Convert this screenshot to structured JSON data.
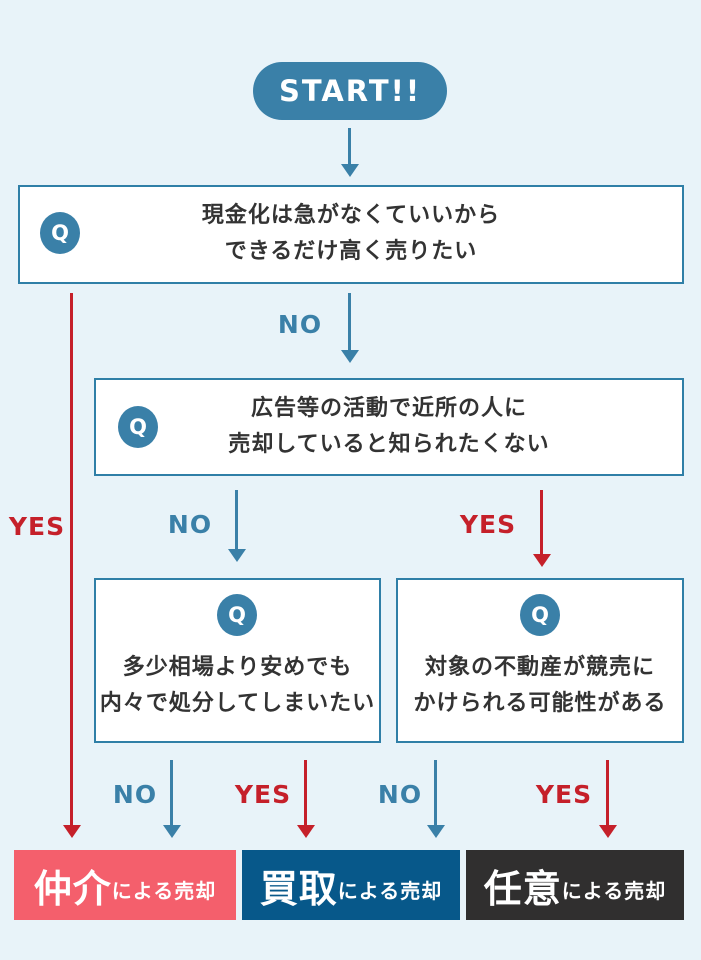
{
  "palette": {
    "background": "#e8f3f9",
    "blue": "#3a80a8",
    "red": "#c5202a",
    "pink": "#f45f6c",
    "dark_blue": "#07588a",
    "dark": "#302f2f",
    "box_border": "#2f7fa7",
    "text": "#333333"
  },
  "start": {
    "label": "START!!"
  },
  "q_badge": "Q",
  "questions": [
    {
      "lines": [
        "現金化は急がなくていいから",
        "できるだけ高く売りたい"
      ]
    },
    {
      "lines": [
        "広告等の活動で近所の人に",
        "売却していると知られたくない"
      ]
    },
    {
      "lines": [
        "多少相場より安めでも",
        "内々で処分してしまいたい"
      ]
    },
    {
      "lines": [
        "対象の不動産が競売に",
        "かけられる可能性がある"
      ]
    }
  ],
  "branch_labels": {
    "q1_no": "NO",
    "q1_yes": "YES",
    "q2_no": "NO",
    "q2_yes": "YES",
    "q3_no": "NO",
    "q3_yes": "YES",
    "q4_no": "NO",
    "q4_yes": "YES"
  },
  "results": [
    {
      "emphasis": "仲介",
      "suffix": "による売却"
    },
    {
      "emphasis": "買取",
      "suffix": "による売却"
    },
    {
      "emphasis": "任意",
      "suffix": "による売却"
    }
  ]
}
